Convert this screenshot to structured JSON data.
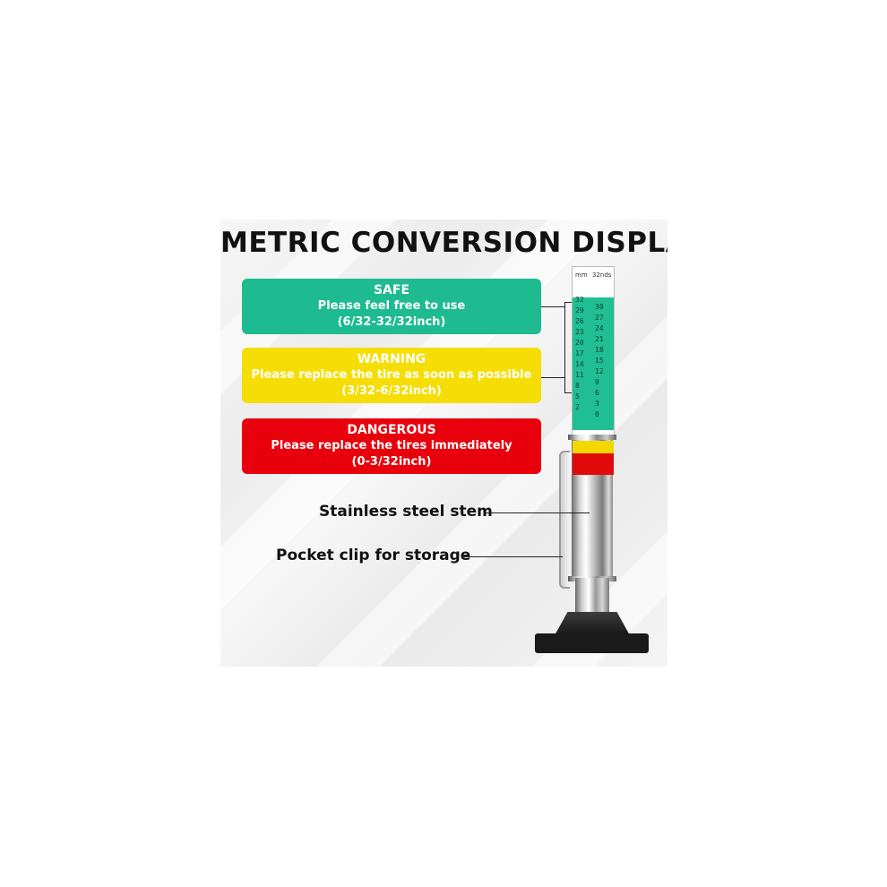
{
  "title": "METRIC CONVERSION DISPLAY",
  "badges": {
    "safe": {
      "heading": "SAFE",
      "line1": "Please feel free to use",
      "line2": "(6/32-32/32inch)",
      "color": "#1dbb8f"
    },
    "warning": {
      "heading": "WARNING",
      "line1": "Please replace the tire as soon as possible",
      "line2": "(3/32-6/32inch)",
      "color": "#f5dd05"
    },
    "danger": {
      "heading": "DANGEROUS",
      "line1": "Please replace the tires immediately",
      "line2": "(0-3/32inch)",
      "color": "#e8000c"
    }
  },
  "callouts": {
    "stem": "Stainless steel stem",
    "clip": "Pocket clip for storage"
  },
  "scale": {
    "left_header": "mm",
    "right_header": "32nds",
    "left_ticks": "32\n29\n26\n23\n20\n17\n14\n11\n8\n5\n2",
    "right_ticks": "30\n27\n24\n21\n18\n15\n12\n9\n6\n3\n0"
  }
}
